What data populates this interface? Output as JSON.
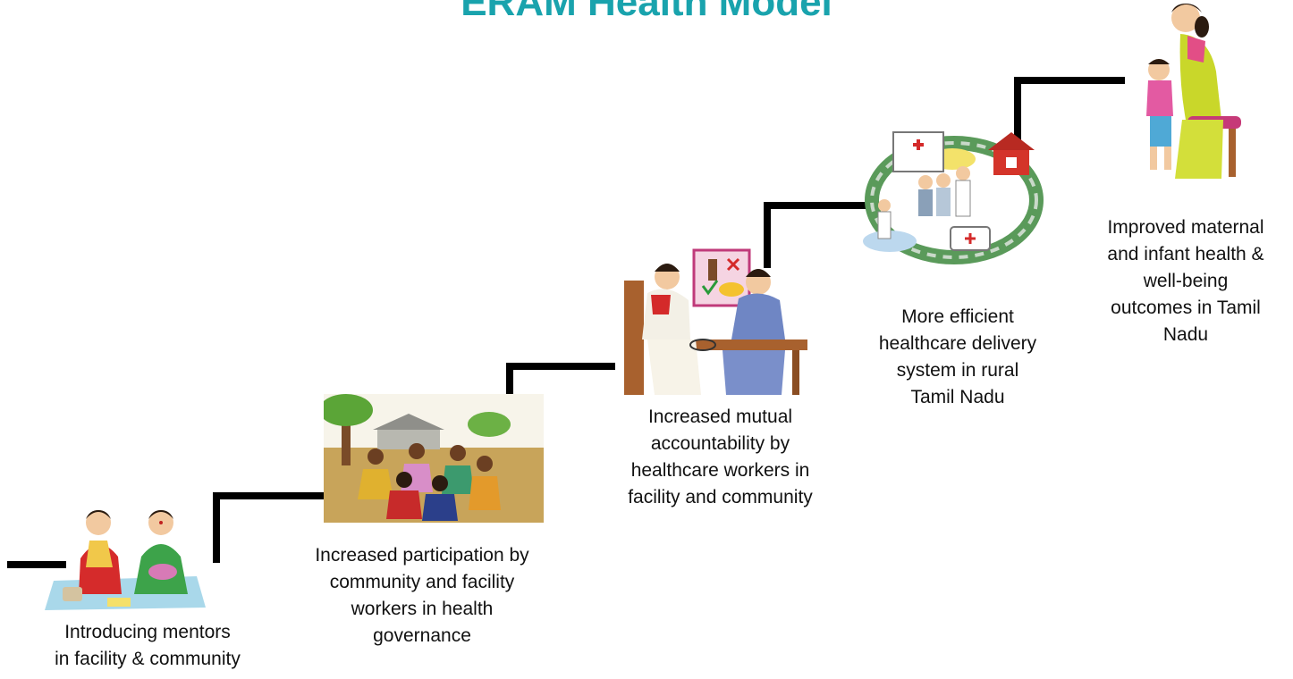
{
  "title": "ERAM Health Model",
  "steps": [
    {
      "caption_lines": [
        "Introducing mentors",
        "in facility & community"
      ]
    },
    {
      "caption_lines": [
        "Increased participation by",
        "community and facility",
        "workers in health",
        "governance"
      ]
    },
    {
      "caption_lines": [
        "Increased mutual",
        "accountability by",
        "healthcare workers in",
        "facility and community"
      ]
    },
    {
      "caption_lines": [
        "More efficient",
        "healthcare delivery",
        "system in rural",
        "Tamil Nadu"
      ]
    },
    {
      "caption_lines": [
        "Improved maternal",
        "and infant health &",
        "well-being",
        "outcomes in Tamil",
        "Nadu"
      ]
    }
  ],
  "colors": {
    "title": "#19a3ad",
    "stairs": "#000000",
    "caption": "#111111"
  }
}
